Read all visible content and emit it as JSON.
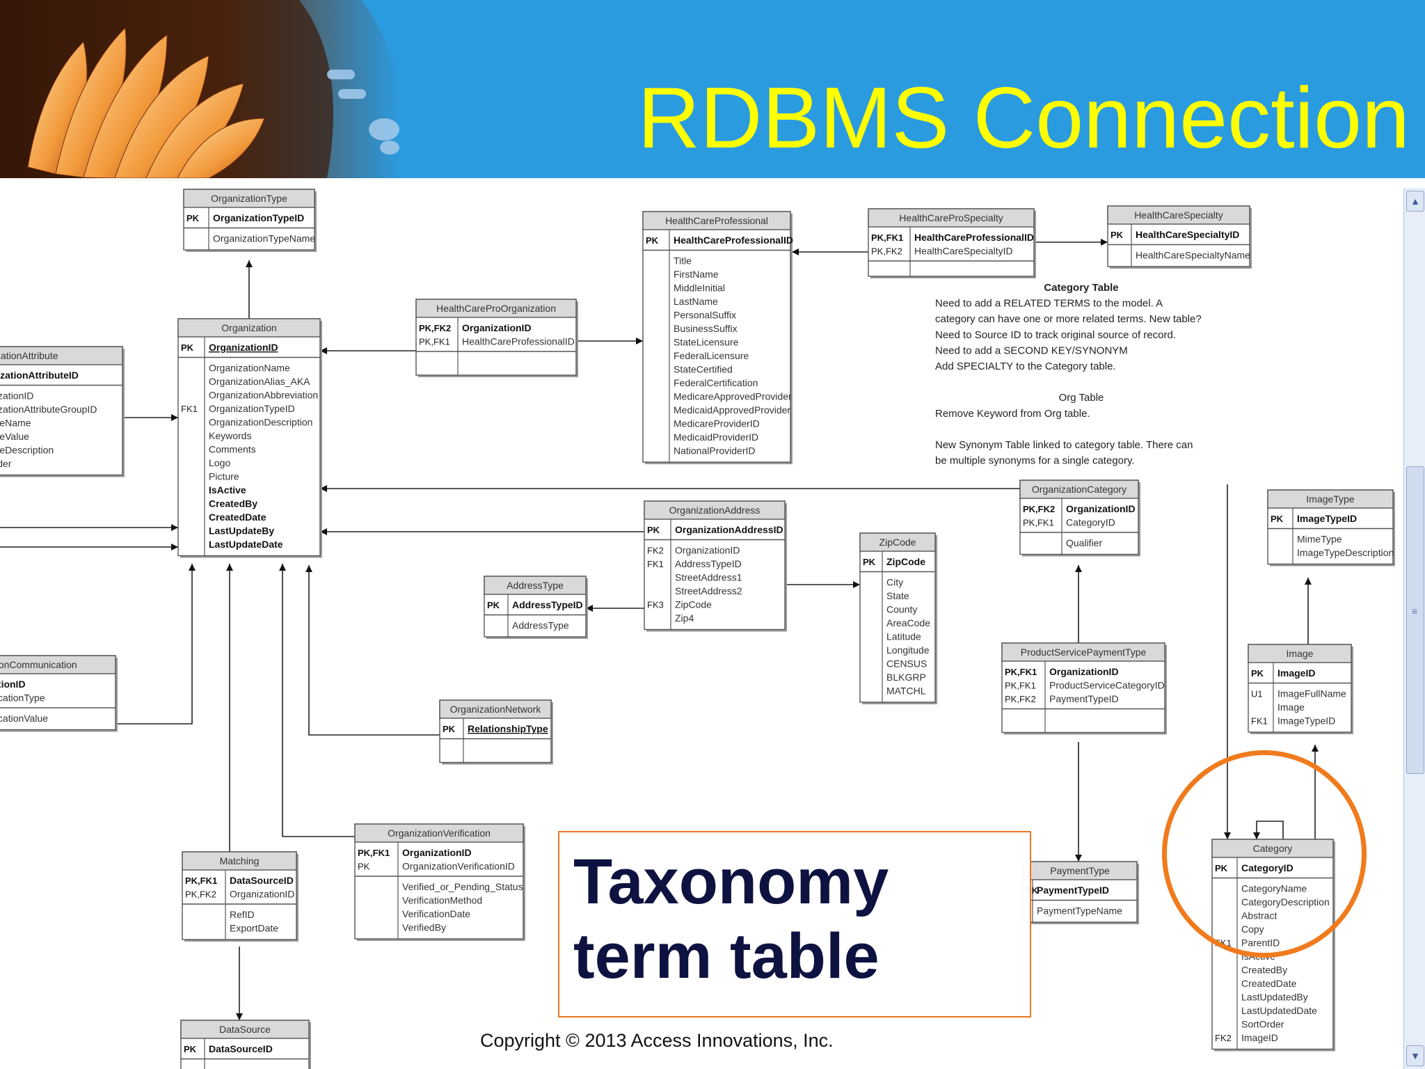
{
  "slide": {
    "title": "RDBMS Connection",
    "copyright": "Copyright © 2013 Access Innovations, Inc.",
    "callout": [
      "Taxonomy",
      "term table"
    ]
  },
  "colors": {
    "header": "#2b9be0",
    "title": "#ffff00",
    "callout_border": "#e87722",
    "highlight_ring": "#f07b1c",
    "callout_text": "#0e1240"
  },
  "diagram": {
    "notes": [
      {
        "text": "Category Table",
        "bold": true,
        "center": true
      },
      {
        "text": "Need to add a RELATED TERMS to the model.  A"
      },
      {
        "text": "category can have one or more related terms.  New table?"
      },
      {
        "text": "Need to Source ID to track original source of record."
      },
      {
        "text": "Need to add a SECOND KEY/SYNONYM"
      },
      {
        "text": "Add SPECIALTY to the Category table."
      },
      {
        "text": ""
      },
      {
        "text": "Org Table",
        "center": true
      },
      {
        "text": "Remove Keyword from Org table."
      },
      {
        "text": ""
      },
      {
        "text": "New Synonym Table linked to category table.  There can"
      },
      {
        "text": "be multiple synonyms for a single category."
      }
    ],
    "tables": [
      {
        "name": "OrganizationType",
        "pk": [
          {
            "k": "PK",
            "f": "OrganizationTypeID"
          }
        ],
        "fields": [
          {
            "k": "",
            "f": "OrganizationTypeName"
          }
        ]
      },
      {
        "name": "Organization",
        "pk": [
          {
            "k": "PK",
            "f": "OrganizationID",
            "u": true
          }
        ],
        "fields": [
          {
            "k": "",
            "f": "OrganizationName"
          },
          {
            "k": "",
            "f": "OrganizationAlias_AKA"
          },
          {
            "k": "",
            "f": "OrganizationAbbreviation"
          },
          {
            "k": "FK1",
            "f": "OrganizationTypeID"
          },
          {
            "k": "",
            "f": "OrganizationDescription"
          },
          {
            "k": "",
            "f": "Keywords"
          },
          {
            "k": "",
            "f": "Comments"
          },
          {
            "k": "",
            "f": "Logo"
          },
          {
            "k": "",
            "f": "Picture"
          },
          {
            "k": "",
            "f": "IsActive",
            "b": true
          },
          {
            "k": "",
            "f": "CreatedBy",
            "b": true
          },
          {
            "k": "",
            "f": "CreatedDate",
            "b": true
          },
          {
            "k": "",
            "f": "LastUpdateBy",
            "b": true
          },
          {
            "k": "",
            "f": "LastUpdateDate",
            "b": true
          }
        ]
      },
      {
        "name": "OrganizationAttribute",
        "pk": [
          {
            "k": "",
            "f": "OrganizationAttributeID"
          }
        ],
        "fields": [
          {
            "k": "",
            "f": "OrganizationID"
          },
          {
            "k": "",
            "f": "OrganizationAttributeGroupID"
          },
          {
            "k": "",
            "f": "AttributeName"
          },
          {
            "k": "",
            "f": "AttributeValue"
          },
          {
            "k": "",
            "f": "AttributeDescription"
          },
          {
            "k": "",
            "f": "SortOrder"
          }
        ]
      },
      {
        "name": "HealthCareProOrganization",
        "pk": [
          {
            "k": "PK,FK2",
            "f": "OrganizationID"
          },
          {
            "k": "PK,FK1",
            "f": "HealthCareProfessionalID",
            "n": true
          }
        ],
        "fields": []
      },
      {
        "name": "HealthCareProfessional",
        "pk": [
          {
            "k": "PK",
            "f": "HealthCareProfessionalID"
          }
        ],
        "fields": [
          {
            "k": "",
            "f": "Title"
          },
          {
            "k": "",
            "f": "FirstName"
          },
          {
            "k": "",
            "f": "MiddleInitial"
          },
          {
            "k": "",
            "f": "LastName"
          },
          {
            "k": "",
            "f": "PersonalSuffix"
          },
          {
            "k": "",
            "f": "BusinessSuffix"
          },
          {
            "k": "",
            "f": "StateLicensure"
          },
          {
            "k": "",
            "f": "FederalLicensure"
          },
          {
            "k": "",
            "f": "StateCertified"
          },
          {
            "k": "",
            "f": "FederalCertification"
          },
          {
            "k": "",
            "f": "MedicareApprovedProvider"
          },
          {
            "k": "",
            "f": "MedicaidApprovedProvider"
          },
          {
            "k": "",
            "f": "MedicareProviderID"
          },
          {
            "k": "",
            "f": "MedicaidProviderID"
          },
          {
            "k": "",
            "f": "NationalProviderID"
          }
        ]
      },
      {
        "name": "HealthCareProSpecialty",
        "pk": [
          {
            "k": "PK,FK1",
            "f": "HealthCareProfessionalID"
          },
          {
            "k": "PK,FK2",
            "f": "HealthCareSpecialtyID",
            "n": true
          }
        ],
        "fields": []
      },
      {
        "name": "HealthCareSpecialty",
        "pk": [
          {
            "k": "PK",
            "f": "HealthCareSpecialtyID"
          }
        ],
        "fields": [
          {
            "k": "",
            "f": "HealthCareSpecialtyName"
          }
        ]
      },
      {
        "name": "OrganizationCategory",
        "pk": [
          {
            "k": "PK,FK2",
            "f": "OrganizationID"
          },
          {
            "k": "PK,FK1",
            "f": "CategoryID",
            "n": true
          }
        ],
        "fields": [
          {
            "k": "",
            "f": "Qualifier"
          }
        ]
      },
      {
        "name": "ImageType",
        "pk": [
          {
            "k": "PK",
            "f": "ImageTypeID"
          }
        ],
        "fields": [
          {
            "k": "",
            "f": "MimeType"
          },
          {
            "k": "",
            "f": "ImageTypeDescription"
          }
        ]
      },
      {
        "name": "OrganizationAddress",
        "pk": [
          {
            "k": "PK",
            "f": "OrganizationAddressID"
          }
        ],
        "fields": [
          {
            "k": "FK2",
            "f": "OrganizationID"
          },
          {
            "k": "FK1",
            "f": "AddressTypeID"
          },
          {
            "k": "",
            "f": "StreetAddress1"
          },
          {
            "k": "",
            "f": "StreetAddress2"
          },
          {
            "k": "FK3",
            "f": "ZipCode"
          },
          {
            "k": "",
            "f": "Zip4"
          }
        ]
      },
      {
        "name": "ZipCode",
        "pk": [
          {
            "k": "PK",
            "f": "ZipCode"
          }
        ],
        "fields": [
          {
            "k": "",
            "f": "City"
          },
          {
            "k": "",
            "f": "State"
          },
          {
            "k": "",
            "f": "County"
          },
          {
            "k": "",
            "f": "AreaCode"
          },
          {
            "k": "",
            "f": "Latitude"
          },
          {
            "k": "",
            "f": "Longitude"
          },
          {
            "k": "",
            "f": "CENSUS"
          },
          {
            "k": "",
            "f": "BLKGRP"
          },
          {
            "k": "",
            "f": "MATCHL"
          }
        ]
      },
      {
        "name": "AddressType",
        "pk": [
          {
            "k": "PK",
            "f": "AddressTypeID"
          }
        ],
        "fields": [
          {
            "k": "",
            "f": "AddressType"
          }
        ]
      },
      {
        "name": "ProductServicePaymentType",
        "pk": [
          {
            "k": "PK,FK1",
            "f": "OrganizationID"
          },
          {
            "k": "PK,FK1",
            "f": "ProductServiceCategoryID",
            "n": true
          },
          {
            "k": "PK,FK2",
            "f": "PaymentTypeID",
            "n": true
          }
        ],
        "fields": []
      },
      {
        "name": "Image",
        "pk": [
          {
            "k": "PK",
            "f": "ImageID"
          }
        ],
        "fields": [
          {
            "k": "U1",
            "f": "ImageFullName"
          },
          {
            "k": "",
            "f": "Image"
          },
          {
            "k": "FK1",
            "f": "ImageTypeID"
          }
        ]
      },
      {
        "name": "OrganizationCommunication",
        "pk": [
          {
            "k": "FK1",
            "f": "OrganizationID"
          },
          {
            "k": "",
            "f": "CommunicationType",
            "n": true
          }
        ],
        "fields": [
          {
            "k": "",
            "f": "CommunicationValue"
          }
        ]
      },
      {
        "name": "OrganizationNetwork",
        "pk": [
          {
            "k": "PK",
            "f": "RelationshipType",
            "u": true
          }
        ],
        "fields": []
      },
      {
        "name": "OrganizationVerification",
        "pk": [
          {
            "k": "PK,FK1",
            "f": "OrganizationID"
          },
          {
            "k": "PK",
            "f": "OrganizationVerificationID",
            "n": true
          }
        ],
        "fields": [
          {
            "k": "",
            "f": "Verified_or_Pending_Status"
          },
          {
            "k": "",
            "f": "VerificationMethod"
          },
          {
            "k": "",
            "f": "VerificationDate"
          },
          {
            "k": "",
            "f": "VerifiedBy"
          }
        ]
      },
      {
        "name": "Matching",
        "pk": [
          {
            "k": "PK,FK1",
            "f": "DataSourceID"
          },
          {
            "k": "PK,FK2",
            "f": "OrganizationID",
            "n": true
          }
        ],
        "fields": [
          {
            "k": "",
            "f": "RefID"
          },
          {
            "k": "",
            "f": "ExportDate"
          }
        ]
      },
      {
        "name": "DataSource",
        "pk": [
          {
            "k": "PK",
            "f": "DataSourceID"
          }
        ],
        "fields": []
      },
      {
        "name": "PaymentType",
        "pk": [
          {
            "k": "PK",
            "f": "PaymentTypeID"
          }
        ],
        "fields": [
          {
            "k": "",
            "f": "PaymentTypeName"
          }
        ]
      },
      {
        "name": "Category",
        "pk": [
          {
            "k": "PK",
            "f": "CategoryID"
          }
        ],
        "fields": [
          {
            "k": "",
            "f": "CategoryName"
          },
          {
            "k": "",
            "f": "CategoryDescription"
          },
          {
            "k": "",
            "f": "Abstract"
          },
          {
            "k": "",
            "f": "Copy"
          },
          {
            "k": "FK1",
            "f": "ParentID"
          },
          {
            "k": "",
            "f": "IsActive"
          },
          {
            "k": "",
            "f": "CreatedBy"
          },
          {
            "k": "",
            "f": "CreatedDate"
          },
          {
            "k": "",
            "f": "LastUpdatedBy"
          },
          {
            "k": "",
            "f": "LastUpdatedDate"
          },
          {
            "k": "",
            "f": "SortOrder"
          },
          {
            "k": "FK2",
            "f": "ImageID"
          }
        ]
      }
    ]
  }
}
